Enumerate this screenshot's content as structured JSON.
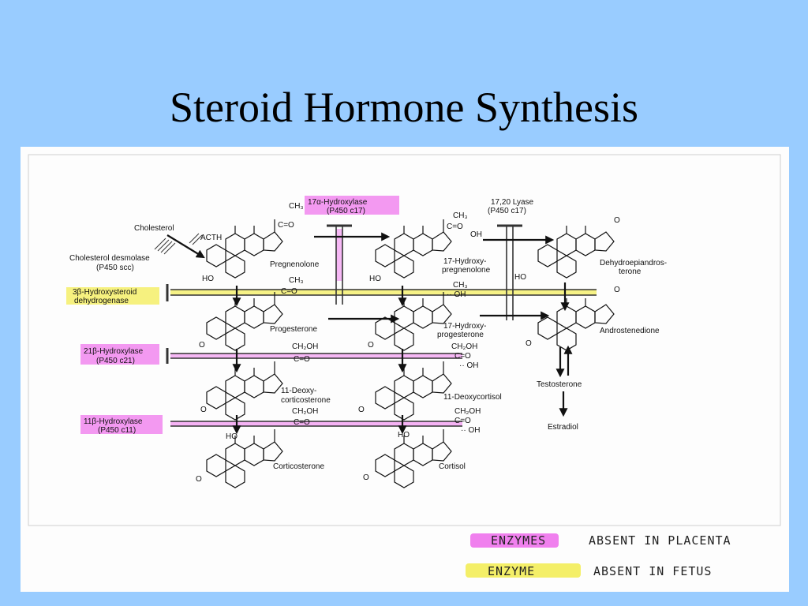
{
  "slide_title": "Steroid Hormone Synthesis",
  "colors": {
    "background": "#99ccff",
    "pink_highlight": "#f080ee",
    "yellow_highlight": "#f4ef68"
  },
  "enzymes": {
    "cholesterol": "Cholesterol",
    "acth": "ACTH",
    "desmolase_1": "Cholesterol desmolase",
    "desmolase_2": "(P450 scc)",
    "hydroxylase17_1": "17α-Hydroxylase",
    "hydroxylase17_2": "(P450 c17)",
    "lyase_1": "17,20 Lyase",
    "lyase_2": "(P450 c17)",
    "hsd_1": "3β-Hydroxysteroid",
    "hsd_2": "dehydrogenase",
    "hydroxylase21_1": "21β-Hydroxylase",
    "hydroxylase21_2": "(P450 c21)",
    "hydroxylase11_1": "11β-Hydroxylase",
    "hydroxylase11_2": "(P450 c11)"
  },
  "compounds": {
    "pregnenolone": "Pregnenolone",
    "hydroxypregnenolone_1": "17-Hydroxy-",
    "hydroxypregnenolone_2": "pregnenolone",
    "dhea_1": "Dehydroepiandros-",
    "dhea_2": "terone",
    "progesterone": "Progesterone",
    "hydroxyprogesterone_1": "17-Hydroxy-",
    "hydroxyprogesterone_2": "progesterone",
    "androstenedione": "Androstenedione",
    "deoxycorticosterone_1": "11-Deoxy-",
    "deoxycorticosterone_2": "corticosterone",
    "deoxycortisol": "11-Deoxycortisol",
    "testosterone": "Testosterone",
    "estradiol": "Estradiol",
    "corticosterone": "Corticosterone",
    "cortisol": "Cortisol"
  },
  "legend": {
    "pink_label": "ENZYMES",
    "pink_text": "ABSENT IN PLACENTA",
    "yellow_label": "ENZYME",
    "yellow_text": "ABSENT IN FETUS"
  }
}
